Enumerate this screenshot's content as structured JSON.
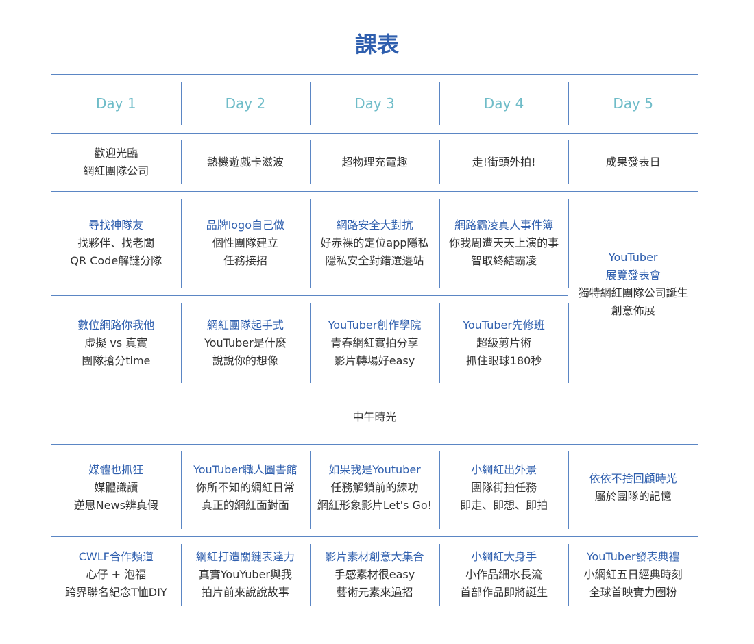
{
  "title": "課表",
  "days": [
    "Day 1",
    "Day 2",
    "Day 3",
    "Day 4",
    "Day 5"
  ],
  "themes": [
    [
      "歡迎光臨",
      "網紅團隊公司"
    ],
    [
      "熱機遊戲卡滋波"
    ],
    [
      "超物理充電趣"
    ],
    [
      "走!街頭外拍!"
    ],
    [
      "成果發表日"
    ]
  ],
  "morning1": [
    {
      "title": "尋找神隊友",
      "lines": [
        "找夥伴、找老闆",
        "QR Code解謎分隊"
      ]
    },
    {
      "title": "品牌logo自己做",
      "lines": [
        "個性團隊建立",
        "任務接招"
      ]
    },
    {
      "title": "網路安全大對抗",
      "lines": [
        "好赤裸的定位app隱私",
        "隱私安全對錯選邊站"
      ]
    },
    {
      "title": "網路霸凌真人事件簿",
      "lines": [
        "你我周遭天天上演的事",
        "智取終結霸凌"
      ]
    }
  ],
  "morning2": [
    {
      "title": "數位網路你我他",
      "lines": [
        "虛擬 vs 真實",
        "團隊搶分time"
      ]
    },
    {
      "title": "網紅團隊起手式",
      "lines": [
        "YouTuber是什麼",
        "說說你的想像"
      ]
    },
    {
      "title": "YouTuber創作學院",
      "lines": [
        "青春網紅實拍分享",
        "影片轉場好easy"
      ]
    },
    {
      "title": "YouTuber先修班",
      "lines": [
        "超級剪片術",
        "抓住眼球180秒"
      ]
    }
  ],
  "day5_morning": {
    "title_lines": [
      "YouTuber",
      "展覽發表會"
    ],
    "lines": [
      "獨特網紅團隊公司誕生",
      "創意佈展"
    ]
  },
  "lunch": "中午時光",
  "afternoon1": [
    {
      "title": "媒體也抓狂",
      "lines": [
        "媒體識讀",
        "逆思News辨真假"
      ]
    },
    {
      "title": "YouTuber職人圖書館",
      "lines": [
        "你所不知的網紅日常",
        "真正的網紅面對面"
      ]
    },
    {
      "title": "如果我是Youtuber",
      "lines": [
        "任務解鎖前的練功",
        "網紅形象影片Let's Go!"
      ]
    },
    {
      "title": "小網紅出外景",
      "lines": [
        "團隊街拍任務",
        "即走、即想、即拍"
      ]
    },
    {
      "title": "依依不捨回顧時光",
      "lines": [
        "屬於團隊的記憶"
      ]
    }
  ],
  "afternoon2": [
    {
      "title": "CWLF合作頻道",
      "lines": [
        "心仔 + 泡福",
        "跨界聯名紀念T恤DIY"
      ]
    },
    {
      "title": "網紅打造關鍵表達力",
      "lines": [
        "真實YouYuber與我",
        "拍片前來說說故事"
      ]
    },
    {
      "title": "影片素材創意大集合",
      "lines": [
        "手感素材很easy",
        "藝術元素來過招"
      ]
    },
    {
      "title": "小網紅大身手",
      "lines": [
        "小作品細水長流",
        "首部作品即將誕生"
      ]
    },
    {
      "title": "YouTuber發表典禮",
      "lines": [
        "小網紅五日經典時刻",
        "全球首映實力圈粉"
      ]
    }
  ],
  "colors": {
    "accent": "#2f5fae",
    "day": "#6fbcc8",
    "line": "#5b86c4",
    "text": "#333333"
  }
}
